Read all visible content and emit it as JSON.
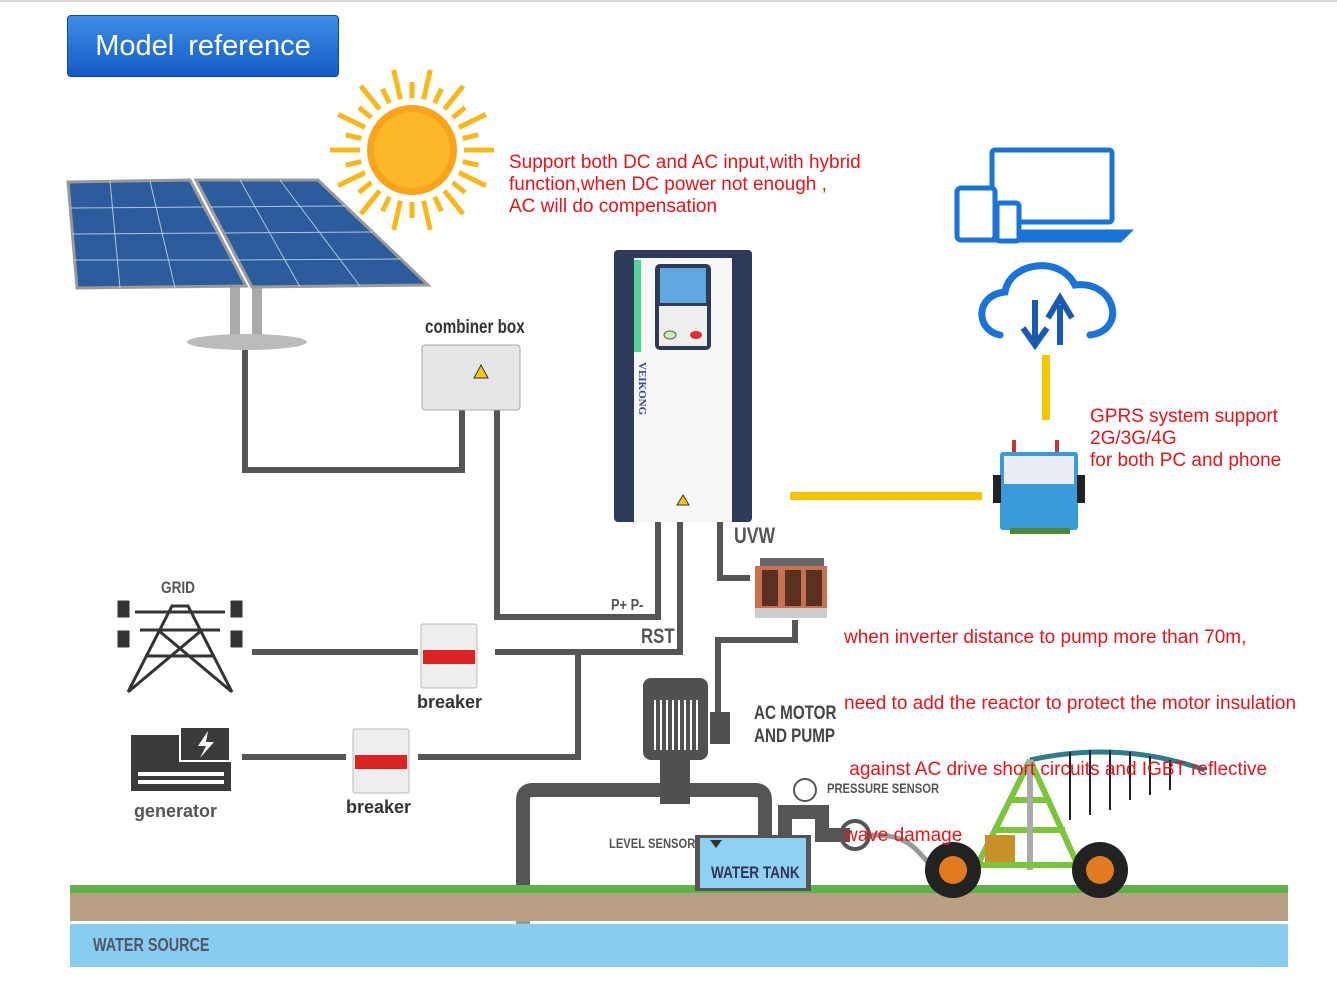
{
  "title": "Model  reference",
  "notes": {
    "hybrid": [
      "Support both DC and AC input,with hybrid",
      "function,when DC power not enough ,",
      "AC will do compensation"
    ],
    "gprs": [
      "GPRS system support",
      "2G/3G/4G",
      "for both PC and phone"
    ],
    "reactor": [
      "when inverter distance to pump more than 70m,",
      "need to add the reactor to protect the motor insulation",
      " against AC drive short circuits and IGBT reflective",
      "wave damage"
    ]
  },
  "labels": {
    "combiner_box": "combiner box",
    "grid": "GRID",
    "breaker_grid": "breaker",
    "breaker_generator": "breaker",
    "generator": "generator",
    "dc_terminals": "P+ P-",
    "ac_input": "RST",
    "output": "UVW",
    "motor": [
      "AC MOTOR",
      "AND PUMP"
    ],
    "pressure_sensor": "PRESSURE SENSOR",
    "level_sensor": "LEVEL SENSOR",
    "water_tank": "WATER TANK",
    "water_source": "WATER SOURCE",
    "brand": "VEIKONG"
  },
  "colors": {
    "note_text": "#e8141a",
    "title_bg": "#1f6fd0",
    "signal_line": "#f7c600",
    "wire": "#555555",
    "inverter": "#2c3a5c",
    "water": "#86cdf0",
    "soil": "#b9a082",
    "grass": "#5fb14a"
  }
}
